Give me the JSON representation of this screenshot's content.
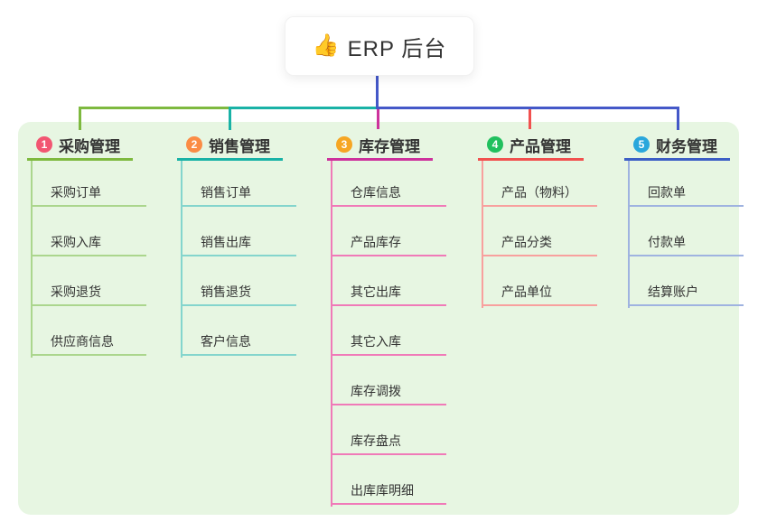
{
  "root": {
    "icon": "👍",
    "label": "ERP 后台"
  },
  "branches": [
    {
      "number": "1",
      "label": "采购管理",
      "children": [
        "采购订单",
        "采购入库",
        "采购退货",
        "供应商信息"
      ],
      "colors": {
        "badge": "#f25672",
        "line": "#7eb93f",
        "child_line": "#abd68d"
      }
    },
    {
      "number": "2",
      "label": "销售管理",
      "children": [
        "销售订单",
        "销售出库",
        "销售退货",
        "客户信息"
      ],
      "colors": {
        "badge": "#fb8c45",
        "line": "#19b2a6",
        "child_line": "#84d5cd"
      }
    },
    {
      "number": "3",
      "label": "库存管理",
      "children": [
        "仓库信息",
        "产品库存",
        "其它出库",
        "其它入库",
        "库存调拨",
        "库存盘点",
        "出库库明细"
      ],
      "colors": {
        "badge": "#f6a623",
        "line": "#cd329c",
        "child_line": "#f07ab8"
      }
    },
    {
      "number": "4",
      "label": "产品管理",
      "children": [
        "产品（物料）",
        "产品分类",
        "产品单位"
      ],
      "colors": {
        "badge": "#21c05e",
        "line": "#f1514f",
        "child_line": "#f8a09e"
      }
    },
    {
      "number": "5",
      "label": "财务管理",
      "children": [
        "回款单",
        "付款单",
        "结算账户"
      ],
      "colors": {
        "badge": "#2aa7dc",
        "line": "#3d5fc5",
        "child_line": "#9fb3e0"
      }
    }
  ],
  "connector_color": "#4458c8",
  "panel_color": "#e7f6e2"
}
